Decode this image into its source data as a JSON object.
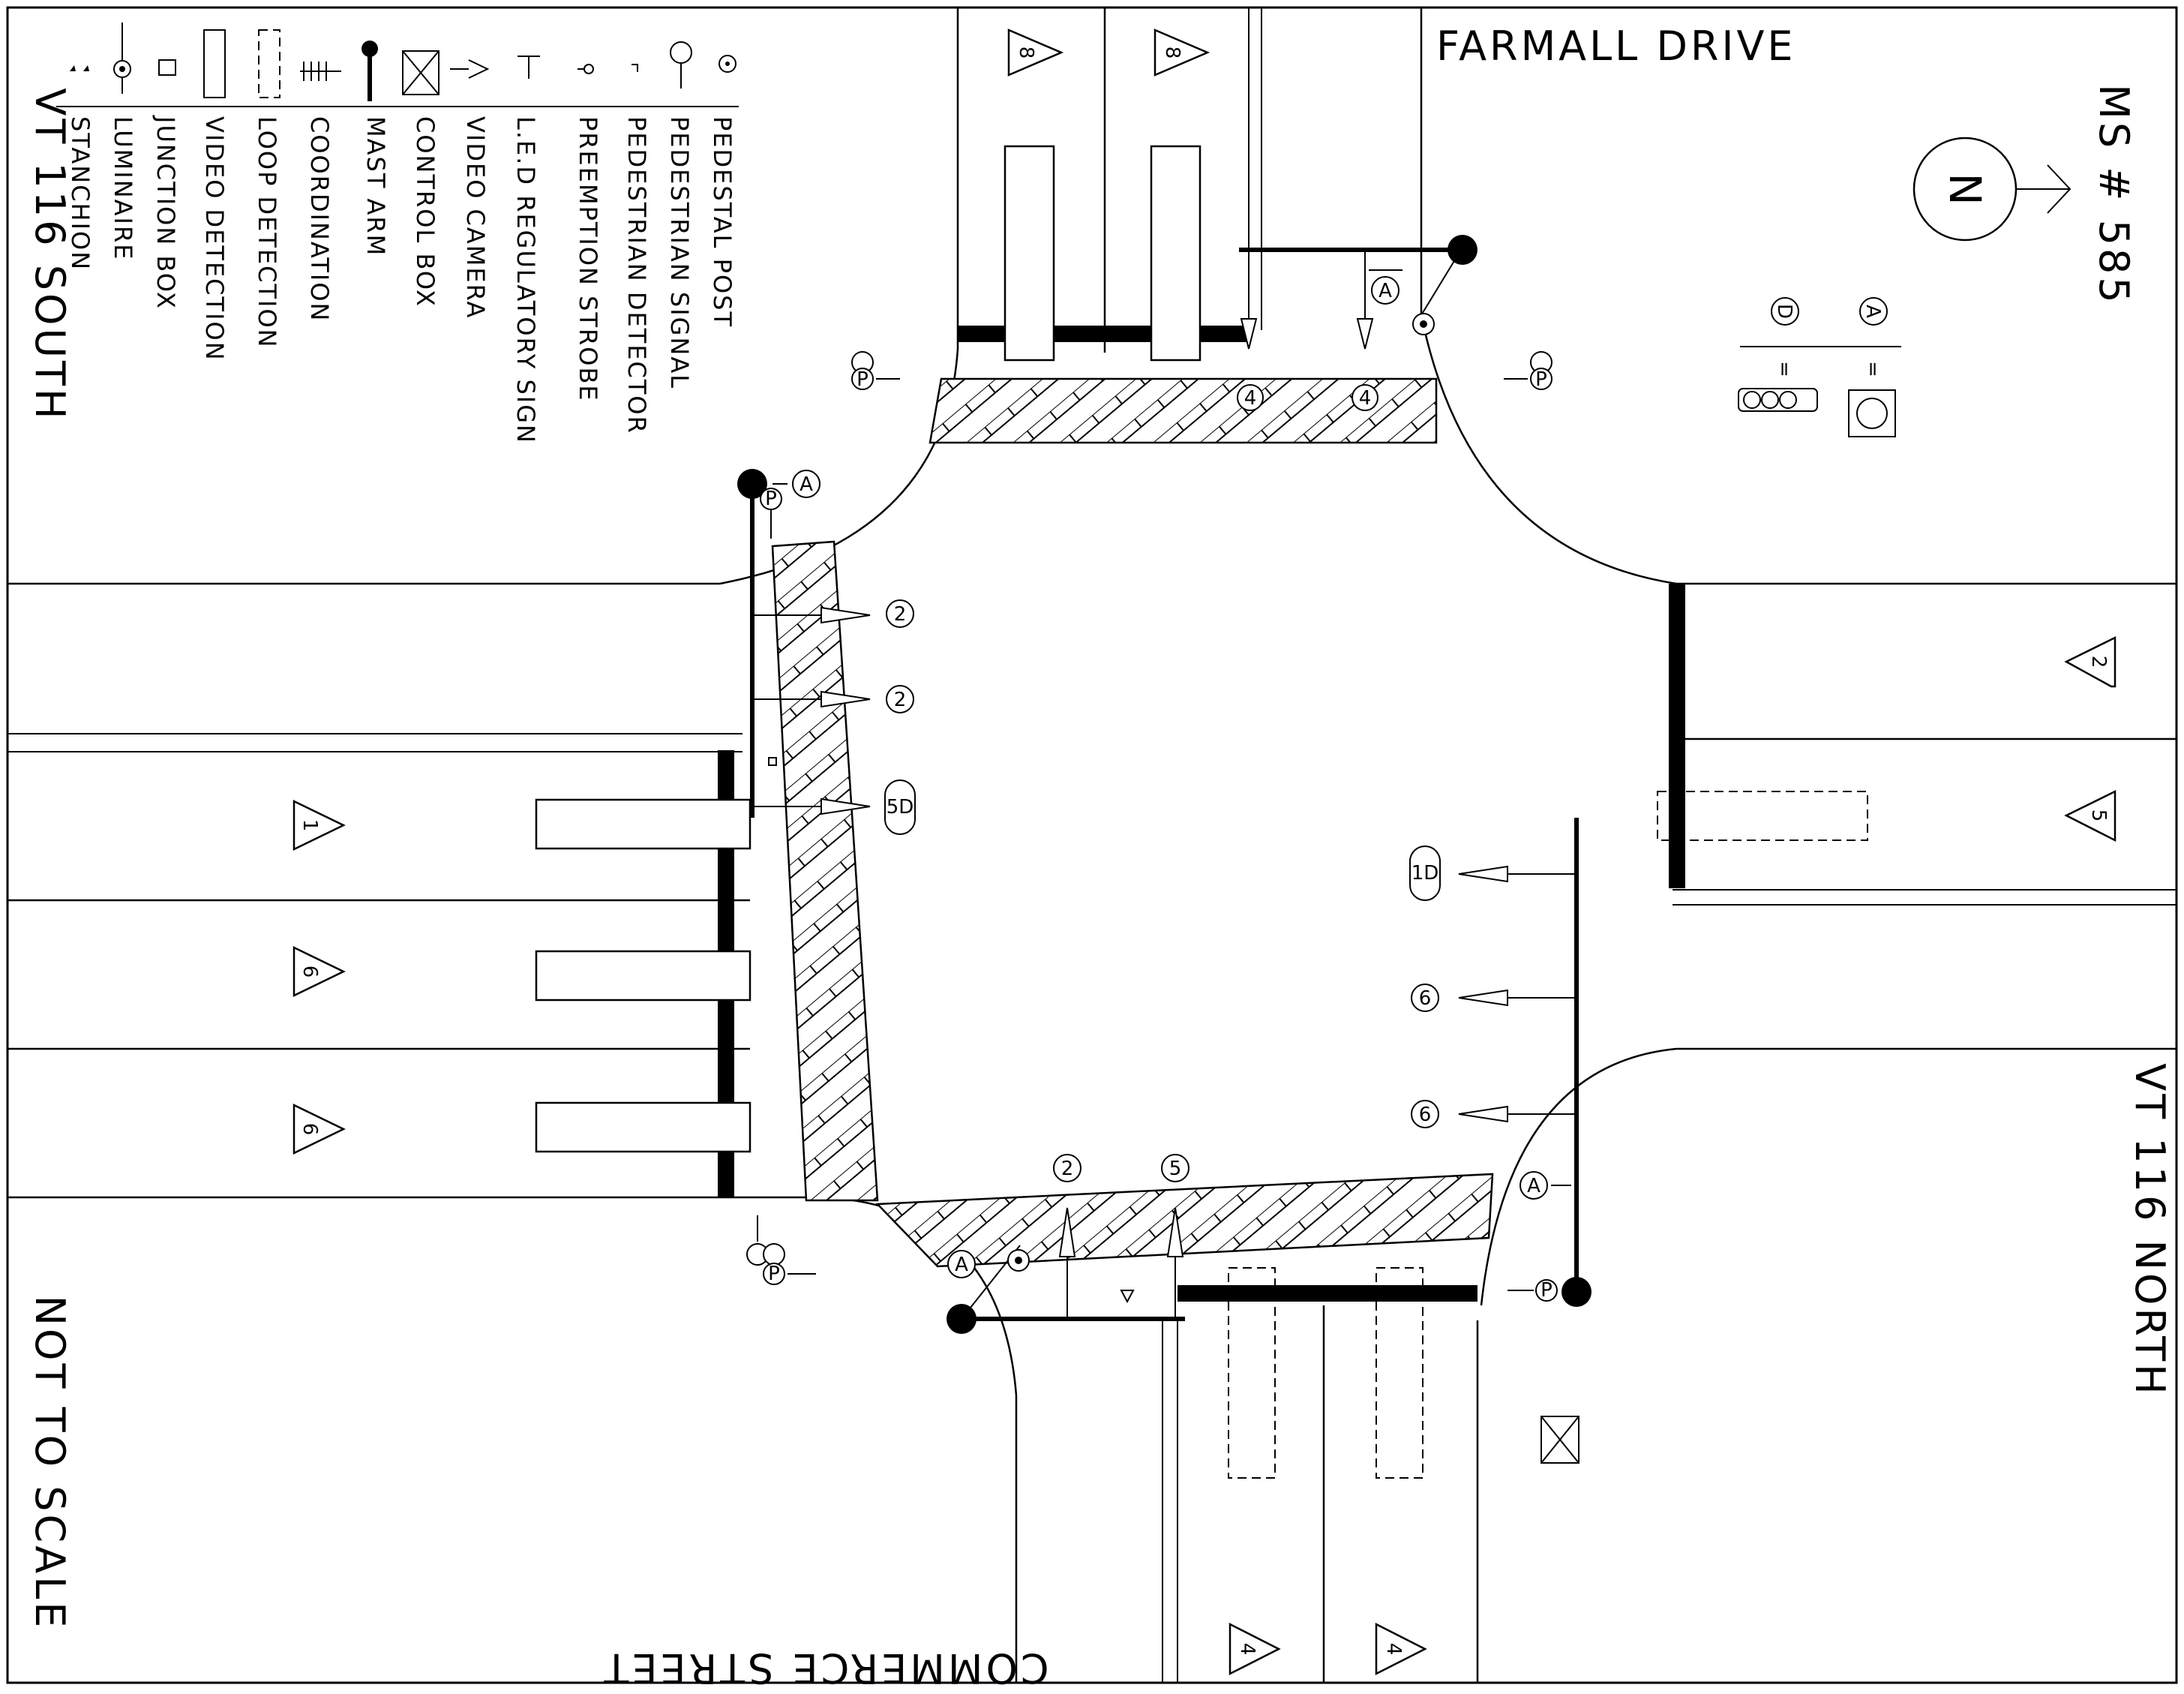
{
  "streets": {
    "north": "FARMALL DRIVE",
    "west": "VT 116 SOUTH",
    "east": "VT 116 NORTH",
    "south": "COMMERCE STREET"
  },
  "signal_id": "MS # 585",
  "north_arrow_label": "N",
  "scale_note": "NOT TO SCALE",
  "legend": [
    {
      "label": "PEDESTAL POST",
      "icon": "pedestal-post-icon"
    },
    {
      "label": "PEDESTRIAN SIGNAL",
      "icon": "pedestrian-signal-icon"
    },
    {
      "label": "PEDESTRIAN DETECTOR",
      "icon": "pedestrian-detector-icon"
    },
    {
      "label": "PREEMPTION STROBE",
      "icon": "preemption-strobe-icon"
    },
    {
      "label": "L.E.D REGULATORY SIGN",
      "icon": "regulatory-sign-icon"
    },
    {
      "label": "VIDEO CAMERA",
      "icon": "video-camera-icon"
    },
    {
      "label": "CONTROL BOX",
      "icon": "control-box-icon"
    },
    {
      "label": "MAST ARM",
      "icon": "mast-arm-icon"
    },
    {
      "label": "COORDINATION",
      "icon": "coordination-icon"
    },
    {
      "label": "LOOP DETECTION",
      "icon": "loop-detection-icon"
    },
    {
      "label": "VIDEO DETECTION",
      "icon": "video-detection-icon"
    },
    {
      "label": "JUNCTION BOX",
      "icon": "junction-box-icon"
    },
    {
      "label": "LUMINAIRE",
      "icon": "luminaire-icon"
    },
    {
      "label": "STANCHION",
      "icon": "stanchion-icon"
    }
  ],
  "sign_key": [
    {
      "code": "A",
      "eq": "="
    },
    {
      "code": "D",
      "eq": "="
    }
  ],
  "phases": {
    "north_lanes": [
      "8",
      "8"
    ],
    "west_lanes": [
      "1",
      "6",
      "6"
    ],
    "east_lanes": [
      "2",
      "5"
    ],
    "south_lanes": [
      "4",
      "4"
    ],
    "north_heads": [
      "4",
      "4"
    ],
    "west_heads": [
      "2",
      "2",
      "5D"
    ],
    "east_heads": [
      "1D",
      "6",
      "6"
    ],
    "south_heads": [
      "2",
      "5"
    ]
  },
  "sign_markers": {
    "north": "A",
    "west": "A",
    "east": "A",
    "south": "A"
  },
  "ped_label": "P"
}
